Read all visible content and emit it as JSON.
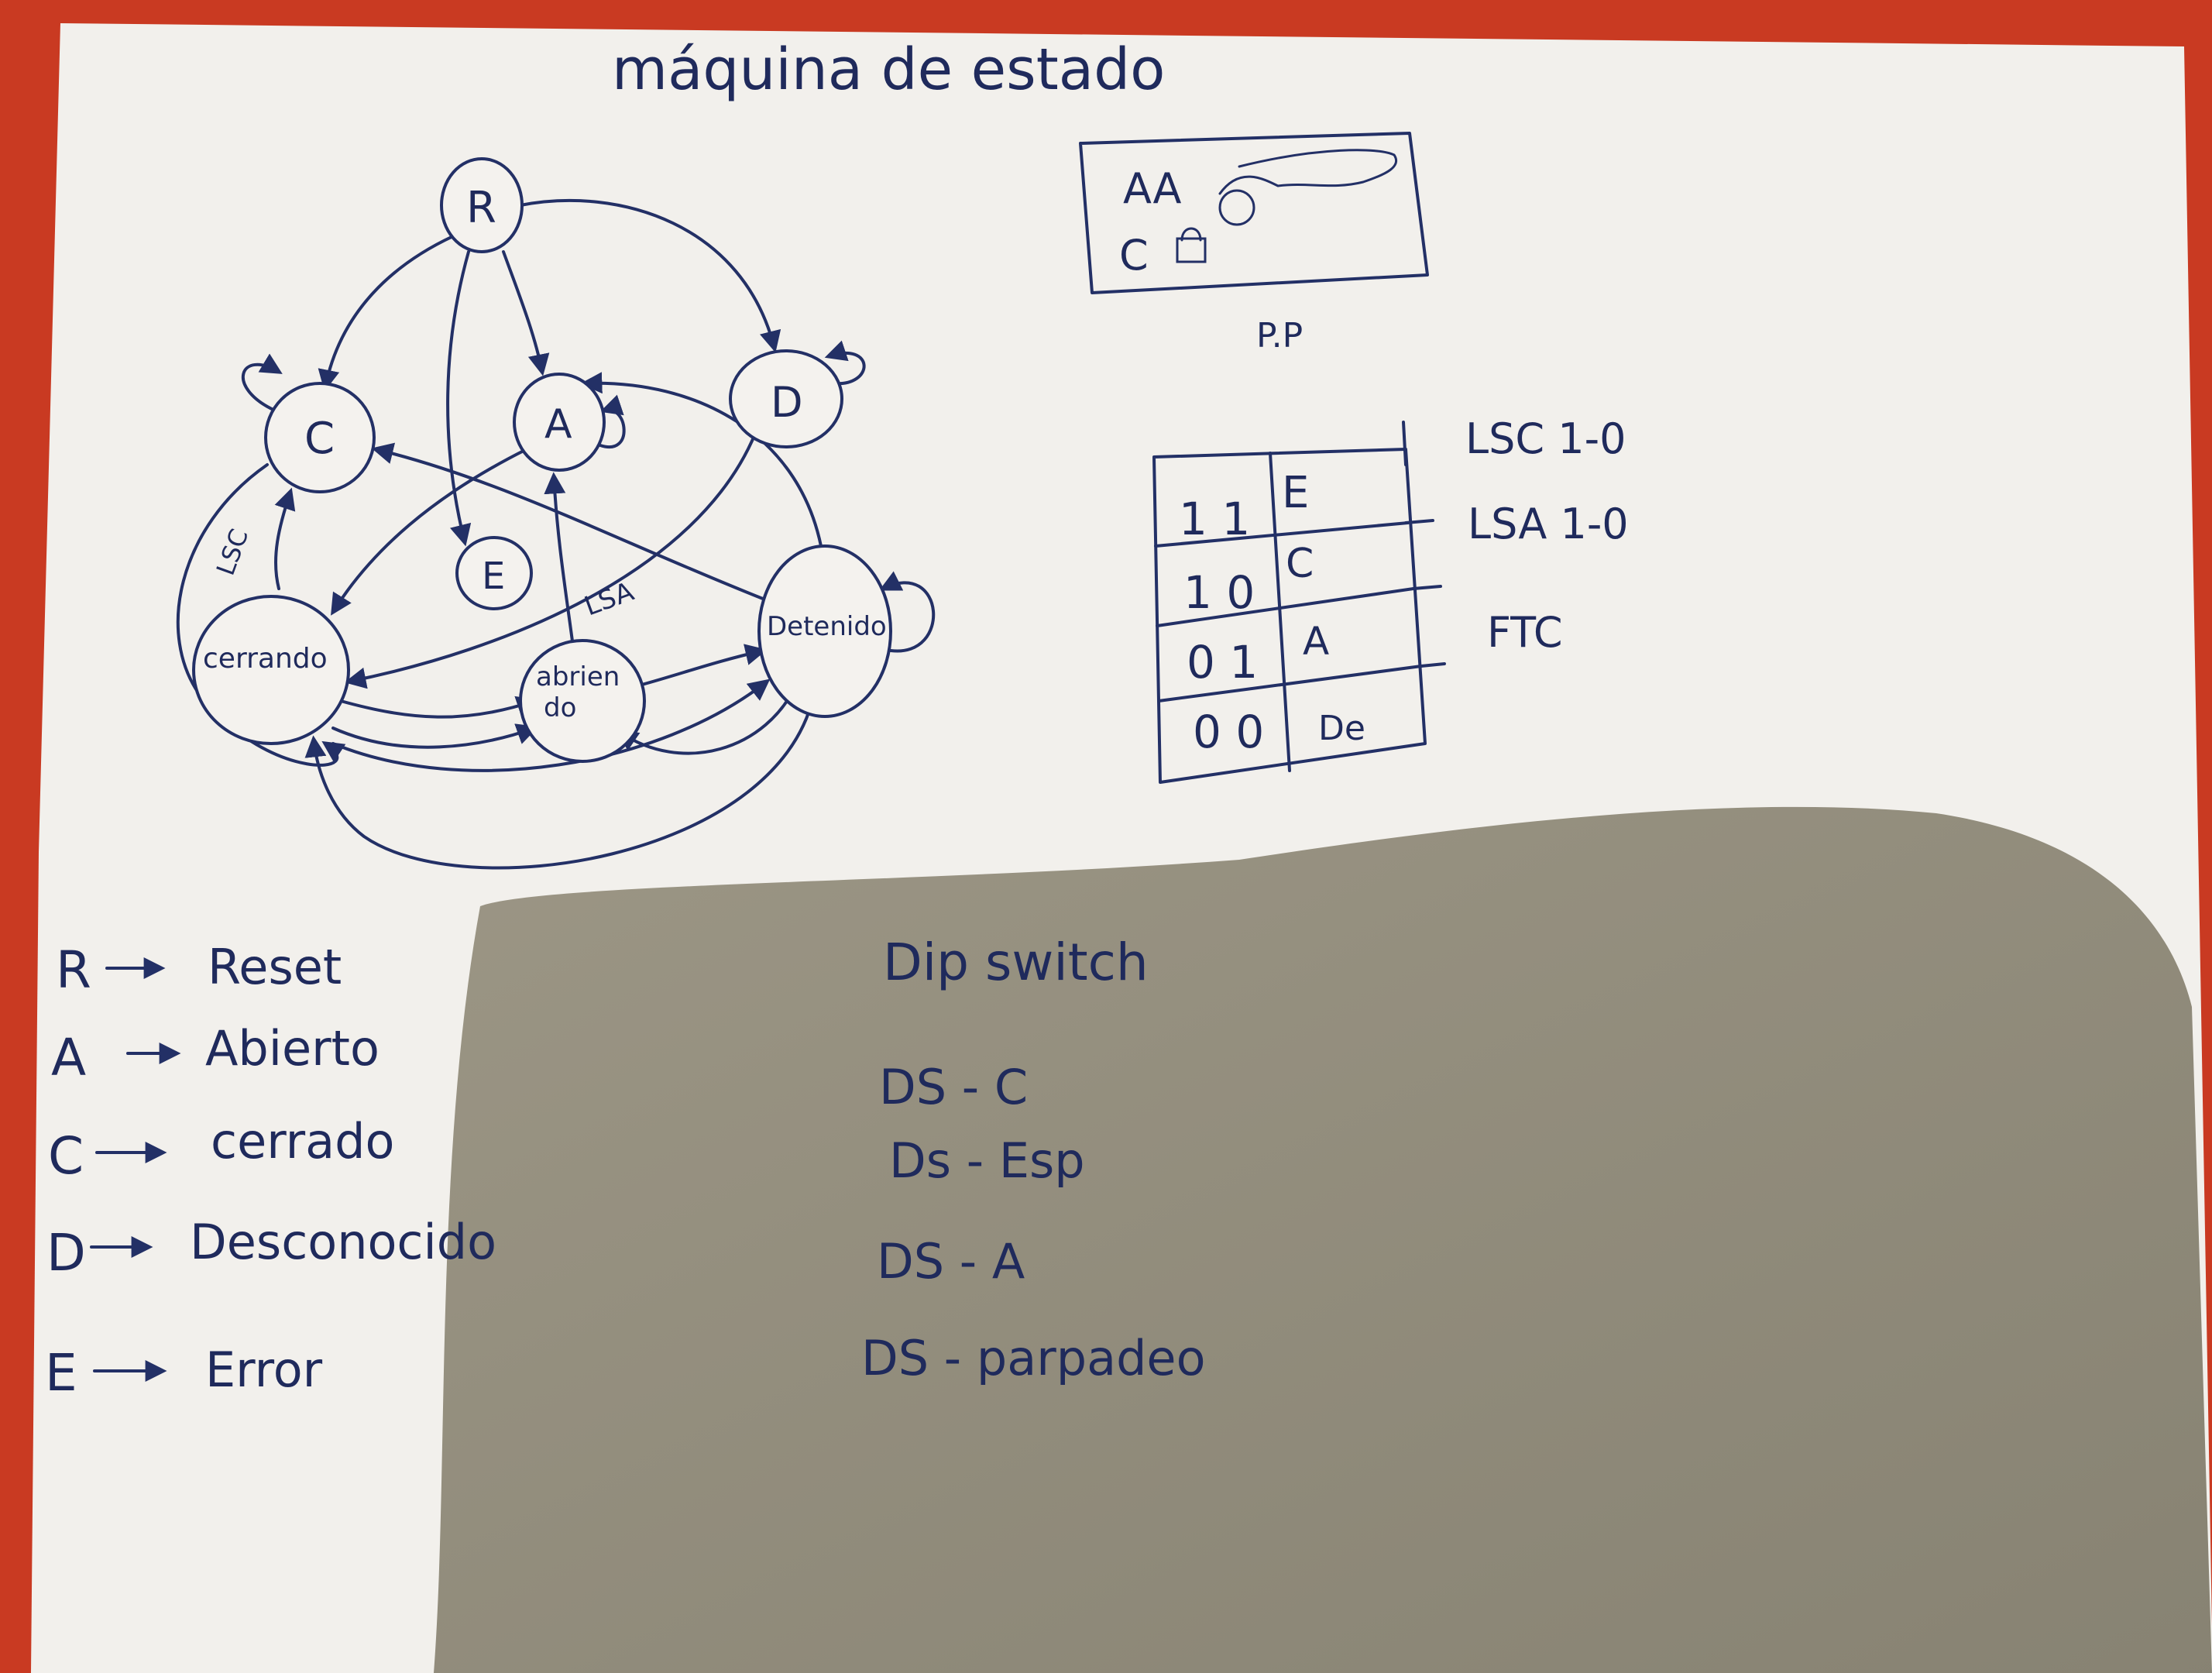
{
  "title": "máquina de estado",
  "diagram": {
    "states": {
      "R": "R",
      "C": "C",
      "A": "A",
      "D": "D",
      "E": "E",
      "cerrando": "cerrando",
      "abriendo_line1": "abrien",
      "abriendo_line2": "do",
      "detenido": "Detenido"
    },
    "edge_labels": {
      "lsc": "LSC",
      "lsa": "LSA"
    }
  },
  "pp_box": {
    "line1": "AA",
    "line2": "C",
    "caption": "P.P"
  },
  "truth_table": {
    "rows": [
      {
        "bits": "1 1",
        "state": "E"
      },
      {
        "bits": "1 0",
        "state": "C"
      },
      {
        "bits": "0 1",
        "state": "A"
      },
      {
        "bits": "0 0",
        "state": "De"
      }
    ],
    "signals": [
      "LSC 1-0",
      "LSA 1-0",
      "FTC"
    ]
  },
  "legend": [
    {
      "key": "R",
      "value": "Reset"
    },
    {
      "key": "A",
      "value": "Abierto"
    },
    {
      "key": "C",
      "value": "cerrado"
    },
    {
      "key": "D",
      "value": "Desconocido"
    },
    {
      "key": "E",
      "value": "Error"
    }
  ],
  "dip_switch": {
    "title": "Dip switch",
    "items": [
      "DS - C",
      "Ds - Esp",
      "DS - A",
      "DS - parpadeo"
    ]
  },
  "colors": {
    "ink": "#233066",
    "paper": "#f4f2ee",
    "shadow": "#8b8574",
    "background": "#c93a22"
  }
}
